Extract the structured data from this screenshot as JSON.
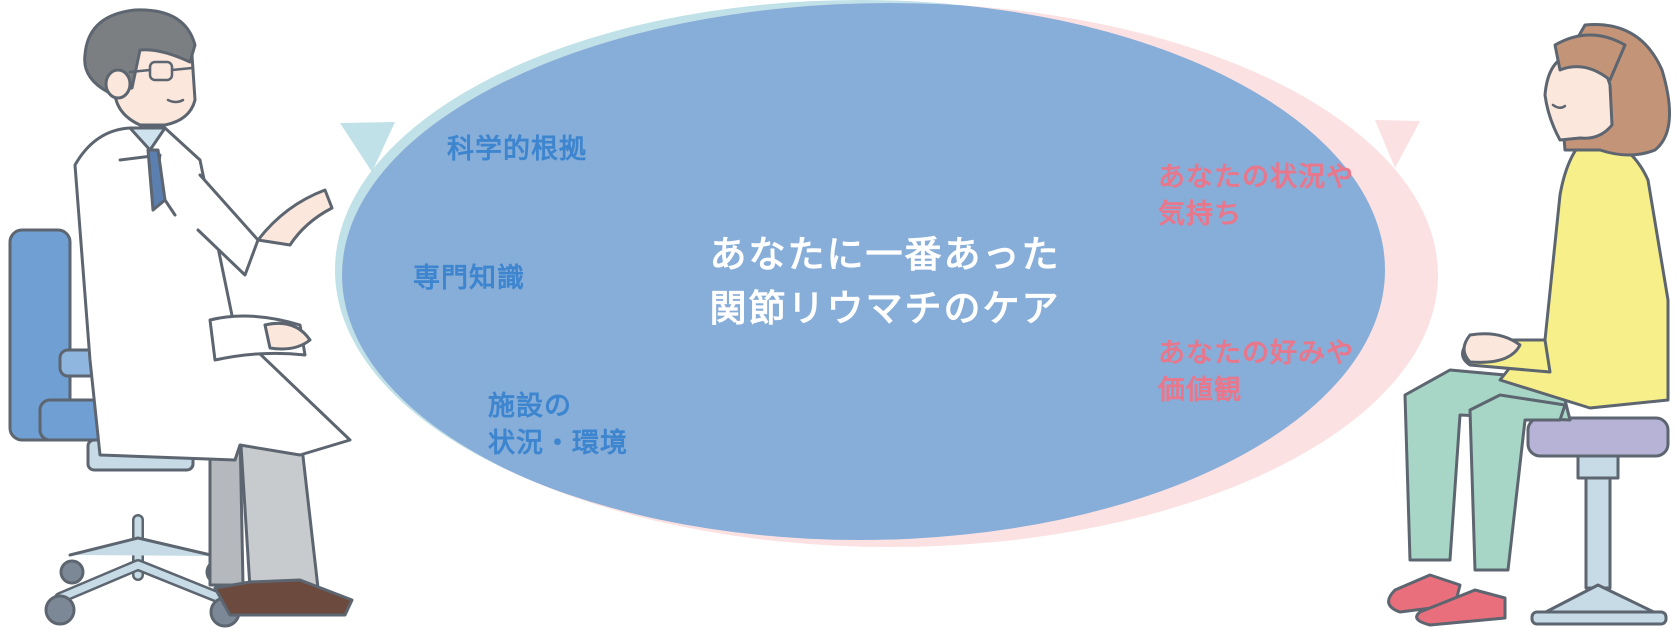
{
  "colors": {
    "doctor_bubble": "#bfe1e7",
    "patient_bubble": "#fbe1e1",
    "overlap": "#87add9",
    "doctor_text": "#3d86cf",
    "patient_text": "#e8778c",
    "center_text": "#ffffff",
    "outline": "#5d6670"
  },
  "diagram": {
    "center": {
      "line1": "あなたに一番あった",
      "line2": "関節リウマチのケア"
    },
    "doctor_side": {
      "items": [
        {
          "line1": "科学的根拠"
        },
        {
          "line1": "専門知識"
        },
        {
          "line1": "施設の",
          "line2": "状況・環境"
        }
      ]
    },
    "patient_side": {
      "items": [
        {
          "line1": "あなたの状況や",
          "line2": "気持ち"
        },
        {
          "line1": "あなたの好みや",
          "line2": "価値観"
        }
      ]
    }
  },
  "illustrations": {
    "left_figure": "doctor-seated-in-office-chair",
    "right_figure": "patient-seated-on-stool"
  }
}
